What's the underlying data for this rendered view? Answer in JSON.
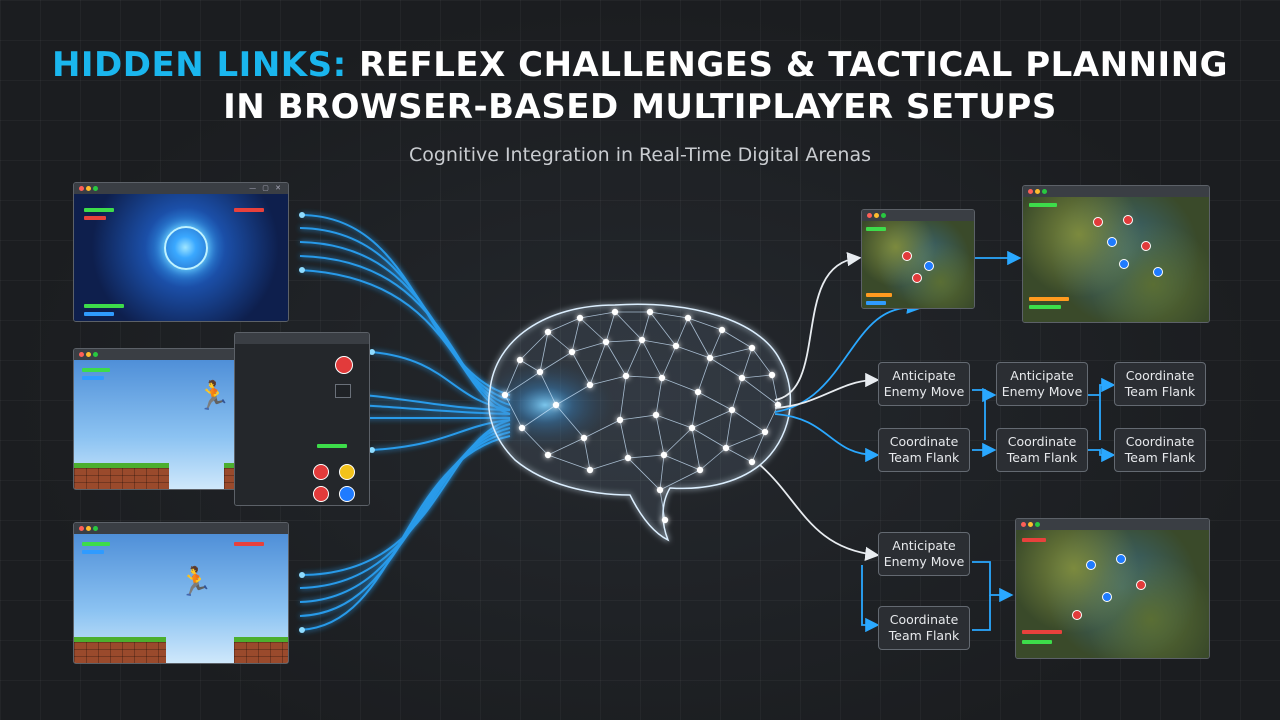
{
  "header": {
    "title_accent": "HIDDEN LINKS:",
    "title_rest_line1": " REFLEX CHALLENGES & TACTICAL PLANNING",
    "title_line2": "IN BROWSER-BASED MULTIPLAYER SETUPS",
    "subtitle": "Cognitive Integration in Real-Time Digital Arenas"
  },
  "nodes": {
    "n1": "Anticipate Enemy Move",
    "n2": "Anticipate Enemy Move",
    "n3": "Coordinate Team Flank",
    "n4": "Coordinate Team Flank",
    "n5": "Coordinate Team Flank",
    "n6": "Coordinate Team Flank",
    "n7": "Anticipate Enemy Move",
    "n8": "Coordinate Team Flank"
  },
  "icons": {
    "window_controls": "— ▢ ✕",
    "player_figure": "🏃"
  },
  "colors": {
    "accent": "#1ab6ee",
    "flow_line": "#2aa8ff",
    "brain_glow": "#e6f4ff"
  }
}
